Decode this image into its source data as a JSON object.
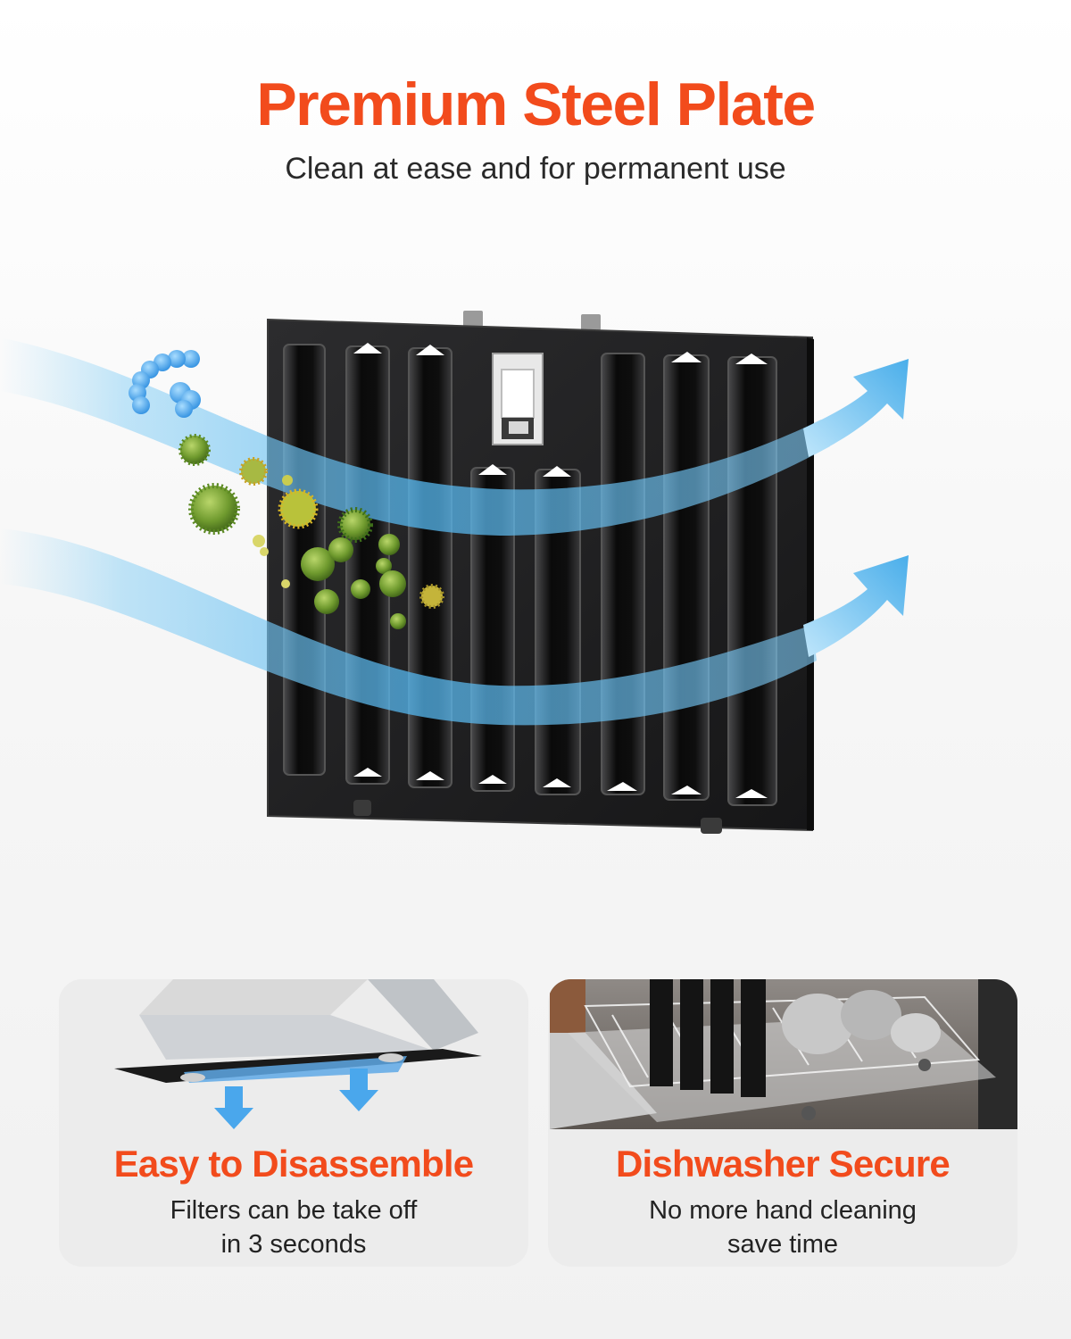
{
  "theme": {
    "accent": "#f24b1c",
    "flow": "#4ab3ec",
    "panel": "#1c1c1e"
  },
  "header": {
    "title": "Premium Steel Plate",
    "subtitle": "Clean at ease and for permanent use"
  },
  "hero": {
    "icons": [
      "steel-filter-panel",
      "airflow-arrow",
      "bacteria-particles",
      "handle-icon"
    ]
  },
  "features": [
    {
      "title": "Easy to Disassemble",
      "desc_line1": "Filters can be take off",
      "desc_line2": "in 3 seconds"
    },
    {
      "title": "Dishwasher Secure",
      "desc_line1": "No more hand cleaning",
      "desc_line2": "save time"
    }
  ]
}
